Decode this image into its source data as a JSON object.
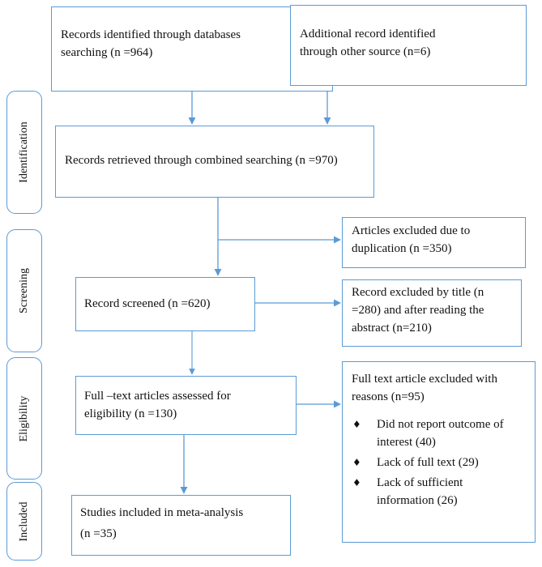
{
  "diagram": {
    "stages": [
      {
        "label": "Identification"
      },
      {
        "label": "Screening"
      },
      {
        "label": "Eligibility"
      },
      {
        "label": "Included"
      }
    ],
    "boxes": {
      "db_records": {
        "lines": [
          "Records identified through databases",
          "searching (n =964)"
        ]
      },
      "other_records": {
        "lines": [
          "Additional record identified",
          "through other source (n=6)"
        ]
      },
      "combined": {
        "lines": [
          "Records retrieved through combined searching (n =970)"
        ]
      },
      "duplicates": {
        "lines": [
          "Articles excluded due to",
          "duplication (n =350)"
        ]
      },
      "screened": {
        "lines": [
          "Record screened (n =620)"
        ]
      },
      "excluded_title": {
        "lines": [
          "Record excluded by title (n",
          "=280) and after reading the",
          "abstract (n=210)"
        ]
      },
      "fulltext": {
        "lines": [
          "Full –text articles assessed for",
          "eligibility (n =130)"
        ]
      },
      "excluded_fulltext": {
        "lines": [
          "Full text article excluded with",
          "reasons (n=95)"
        ],
        "reasons": [
          {
            "lines": [
              "Did not report outcome of",
              "interest (40)"
            ]
          },
          {
            "lines": [
              "Lack of full text (29)"
            ]
          },
          {
            "lines": [
              "Lack of sufficient",
              "information (26)"
            ]
          }
        ],
        "bullet": "♦"
      },
      "included": {
        "lines": [
          "Studies included in meta-analysis",
          "(n =35)"
        ]
      }
    },
    "colors": {
      "border": "#5b9bd5",
      "arrow": "#5b9bd5",
      "text": "#111111"
    }
  }
}
